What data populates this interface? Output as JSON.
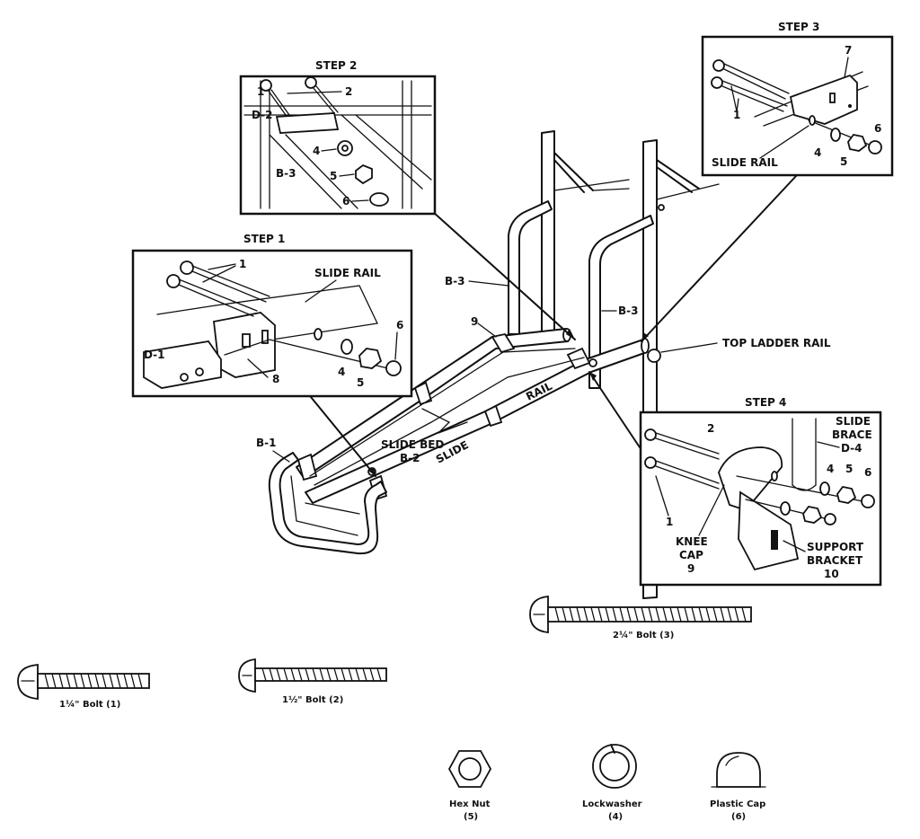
{
  "main_labels": {
    "b3_left": "B-3",
    "b3_right": "B-3",
    "b1": "B-1",
    "knee_cap_num": "9",
    "top_ladder_rail": "TOP LADDER RAIL",
    "slide_bed": "SLIDE BED",
    "slide_bed_code": "B-2",
    "slide_word_1": "SLIDE",
    "slide_word_2": "RAIL"
  },
  "step1": {
    "title": "STEP 1",
    "slide_rail": "SLIDE RAIL",
    "d1": "D-1",
    "num_1": "1",
    "num_8": "8",
    "num_4": "4",
    "num_5": "5",
    "num_6": "6"
  },
  "step2": {
    "title": "STEP 2",
    "d2": "D-2",
    "b3": "B-3",
    "num_1": "1",
    "num_2": "2",
    "num_4": "4",
    "num_5": "5",
    "num_6": "6"
  },
  "step3": {
    "title": "STEP 3",
    "slide_rail": "SLIDE RAIL",
    "num_7": "7",
    "num_1": "1",
    "num_4": "4",
    "num_5": "5",
    "num_6": "6"
  },
  "step4": {
    "title": "STEP 4",
    "slide_brace_1": "SLIDE",
    "slide_brace_2": "BRACE",
    "slide_brace_code": "D-4",
    "knee_1": "KNEE",
    "knee_2": "CAP",
    "knee_num": "9",
    "support_1": "SUPPORT",
    "support_2": "BRACKET",
    "support_num": "10",
    "num_2": "2",
    "num_1": "1",
    "num_4": "4",
    "num_5": "5",
    "num_6": "6"
  },
  "hardware": {
    "bolt_125": "1¼\" Bolt (1)",
    "bolt_150": "1½\" Bolt (2)",
    "bolt_225": "2¼\" Bolt (3)",
    "hex_nut_1": "Hex Nut",
    "hex_nut_2": "(5)",
    "lockwasher_1": "Lockwasher",
    "lockwasher_2": "(4)",
    "plastic_cap_1": "Plastic Cap",
    "plastic_cap_2": "(6)"
  }
}
